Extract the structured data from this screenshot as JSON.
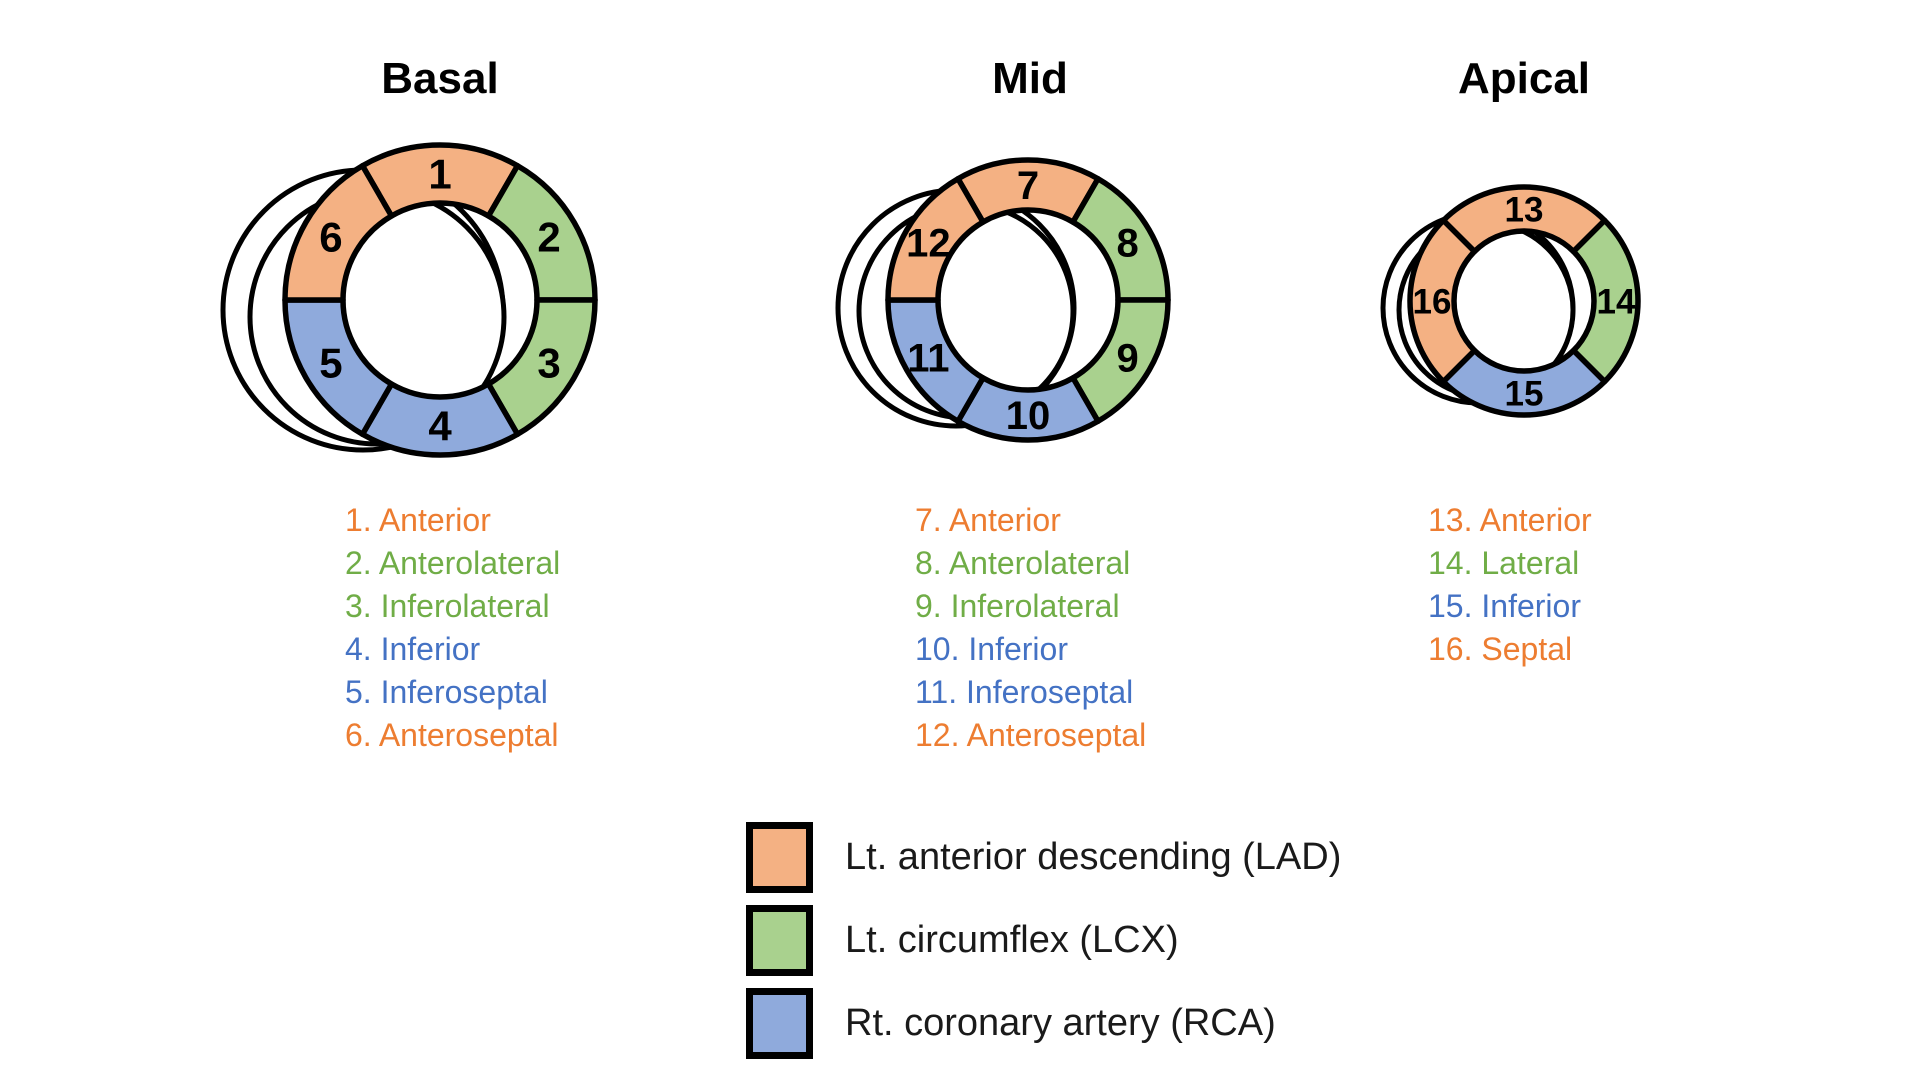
{
  "palette": {
    "lad_fill": "#F4B183",
    "lcx_fill": "#A9D18E",
    "rca_fill": "#8FAADC",
    "lad_text": "#ED7D31",
    "lcx_text": "#70AD47",
    "rca_text": "#4472C4",
    "outline": "#000000"
  },
  "rings": [
    {
      "title": "Basal",
      "segments": [
        {
          "number": "1",
          "territory": "lad"
        },
        {
          "number": "2",
          "territory": "lcx"
        },
        {
          "number": "3",
          "territory": "lcx"
        },
        {
          "number": "4",
          "territory": "rca"
        },
        {
          "number": "5",
          "territory": "rca"
        },
        {
          "number": "6",
          "territory": "lad"
        }
      ],
      "list": [
        {
          "num": "1.",
          "label": "Anterior",
          "territory": "lad"
        },
        {
          "num": "2.",
          "label": "Anterolateral",
          "territory": "lcx"
        },
        {
          "num": "3.",
          "label": "Inferolateral",
          "territory": "lcx"
        },
        {
          "num": "4.",
          "label": "Inferior",
          "territory": "rca"
        },
        {
          "num": "5.",
          "label": "Inferoseptal",
          "territory": "rca"
        },
        {
          "num": "6.",
          "label": "Anteroseptal",
          "territory": "lad"
        }
      ]
    },
    {
      "title": "Mid",
      "segments": [
        {
          "number": "7",
          "territory": "lad"
        },
        {
          "number": "8",
          "territory": "lcx"
        },
        {
          "number": "9",
          "territory": "lcx"
        },
        {
          "number": "10",
          "territory": "rca"
        },
        {
          "number": "11",
          "territory": "rca"
        },
        {
          "number": "12",
          "territory": "lad"
        }
      ],
      "list": [
        {
          "num": "7.",
          "label": "Anterior",
          "territory": "lad"
        },
        {
          "num": "8.",
          "label": "Anterolateral",
          "territory": "lcx"
        },
        {
          "num": "9.",
          "label": "Inferolateral",
          "territory": "lcx"
        },
        {
          "num": "10.",
          "label": "Inferior",
          "territory": "rca"
        },
        {
          "num": "11.",
          "label": "Inferoseptal",
          "territory": "rca"
        },
        {
          "num": "12.",
          "label": "Anteroseptal",
          "territory": "lad"
        }
      ]
    },
    {
      "title": "Apical",
      "segments": [
        {
          "number": "13",
          "territory": "lad"
        },
        {
          "number": "14",
          "territory": "lcx"
        },
        {
          "number": "15",
          "territory": "rca"
        },
        {
          "number": "16",
          "territory": "lad"
        }
      ],
      "list": [
        {
          "num": "13.",
          "label": "Anterior",
          "territory": "lad"
        },
        {
          "num": "14.",
          "label": "Lateral",
          "territory": "lcx"
        },
        {
          "num": "15.",
          "label": "Inferior",
          "territory": "rca"
        },
        {
          "num": "16.",
          "label": "Septal",
          "territory": "lad"
        }
      ]
    }
  ],
  "legend": [
    {
      "label": "Lt. anterior descending (LAD)",
      "territory": "lad"
    },
    {
      "label": "Lt. circumflex (LCX)",
      "territory": "lcx"
    },
    {
      "label": "Rt. coronary artery (RCA)",
      "territory": "rca"
    }
  ]
}
